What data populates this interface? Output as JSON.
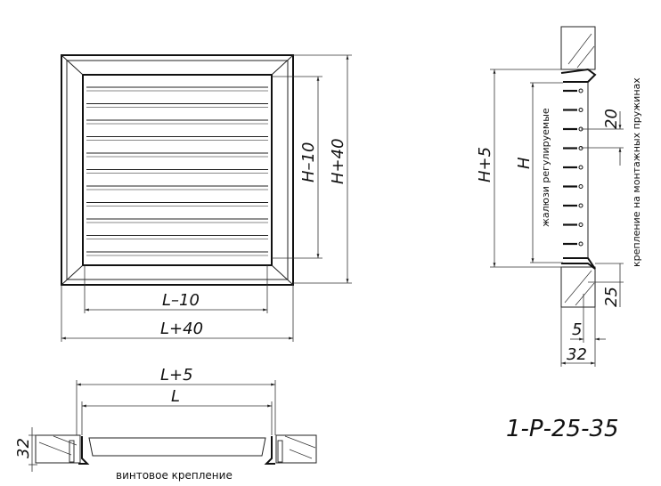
{
  "front_view": {
    "dim_inner_width": "L–10",
    "dim_outer_width": "L+40",
    "dim_inner_height": "H–10",
    "dim_outer_height": "H+40"
  },
  "side_view": {
    "dim_opening_height": "H+5",
    "dim_height": "H",
    "louver_label": "жалюзи регулируемые",
    "mount_label": "крепление на монтажных пружинах",
    "dim_pitch": "20",
    "dim_flange": "25",
    "dim_offset": "5",
    "dim_depth": "32"
  },
  "bottom_view": {
    "dim_opening_width": "L+5",
    "dim_width": "L",
    "dim_depth": "32",
    "mount_label": "винтовое крепление"
  },
  "model_code": "1-Р-25-35"
}
